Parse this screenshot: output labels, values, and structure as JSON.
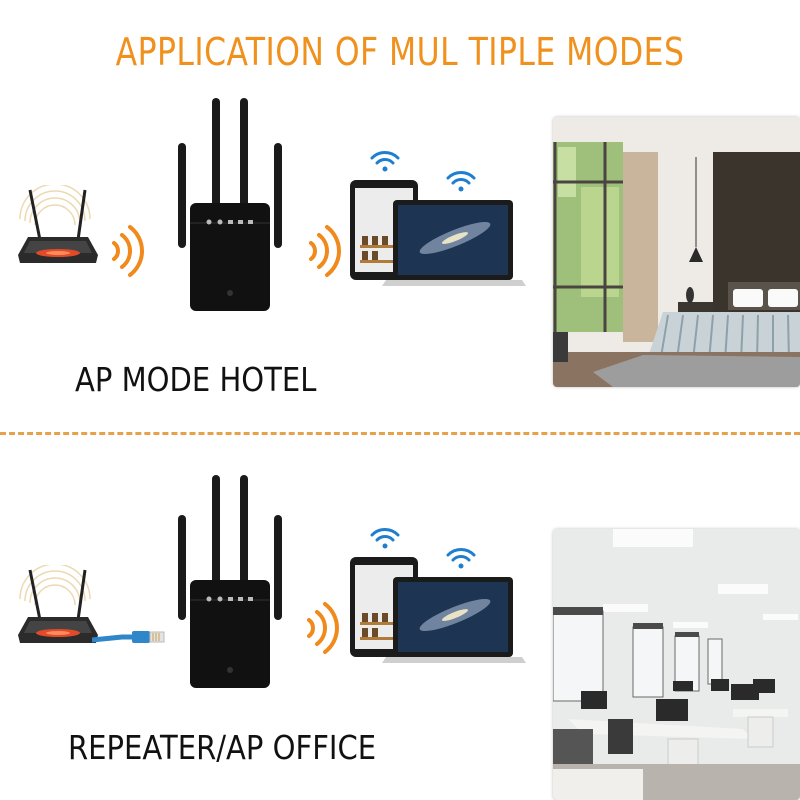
{
  "header": {
    "title": "APPLICATION OF MUL TIPLE MODES"
  },
  "sections": [
    {
      "mode_label": "AP MODE HOTEL",
      "source": "router-wireless",
      "scene": "hotel-bedroom-photo",
      "signal_left": "orange-wifi-waves",
      "signal_right": "orange-wifi-waves",
      "client_icons": [
        "wifi-icon",
        "wifi-icon"
      ]
    },
    {
      "mode_label": "REPEATER/AP OFFICE",
      "source": "router-ethernet-cable",
      "scene": "office-photo",
      "signal_right": "orange-wifi-waves",
      "client_icons": [
        "wifi-icon",
        "wifi-icon"
      ]
    }
  ],
  "colors": {
    "title": "#f0911e",
    "caption": "#111111",
    "divider": "#e6a24a",
    "signal_waves": "#f08a1c",
    "wifi_icon": "#1e7fd0",
    "ethernet_cable": "#2f86c8"
  }
}
